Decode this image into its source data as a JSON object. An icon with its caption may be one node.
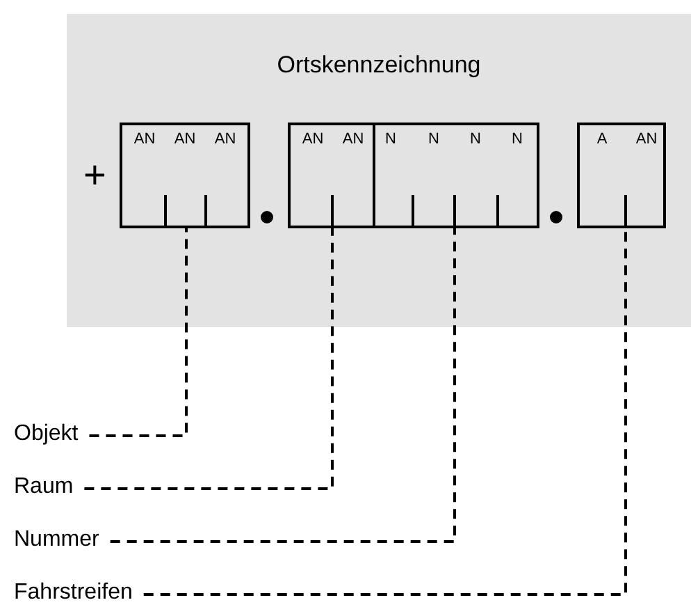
{
  "diagram": {
    "nodes": [
      {
        "text": [
          "Ortskennzeichnung"
        ]
      },
      {
        "text": [
          "AN",
          "AN",
          "AN"
        ],
        "in": 0
      },
      {
        "text": [
          "AN",
          "AN"
        ],
        "in": 0
      },
      {
        "text": [
          "N",
          "N",
          "N",
          "N"
        ],
        "in": 0
      },
      {
        "text": [
          "A",
          "AN"
        ],
        "in": 0
      },
      {
        "text": [
          "Objekt"
        ]
      },
      {
        "text": [
          "Raum"
        ]
      },
      {
        "text": [
          "Nummer"
        ]
      },
      {
        "text": [
          "Fahrstreifen"
        ]
      }
    ],
    "edges": [
      {
        "from": 5,
        "to": 1,
        "arrow": "none",
        "style": "dashed"
      },
      {
        "from": 6,
        "to": 2,
        "arrow": "none",
        "style": "dashed"
      },
      {
        "from": 7,
        "to": 3,
        "arrow": "none",
        "style": "dashed"
      },
      {
        "from": 8,
        "to": 4,
        "arrow": "none",
        "style": "dashed"
      }
    ],
    "labels": [
      "+"
    ]
  }
}
